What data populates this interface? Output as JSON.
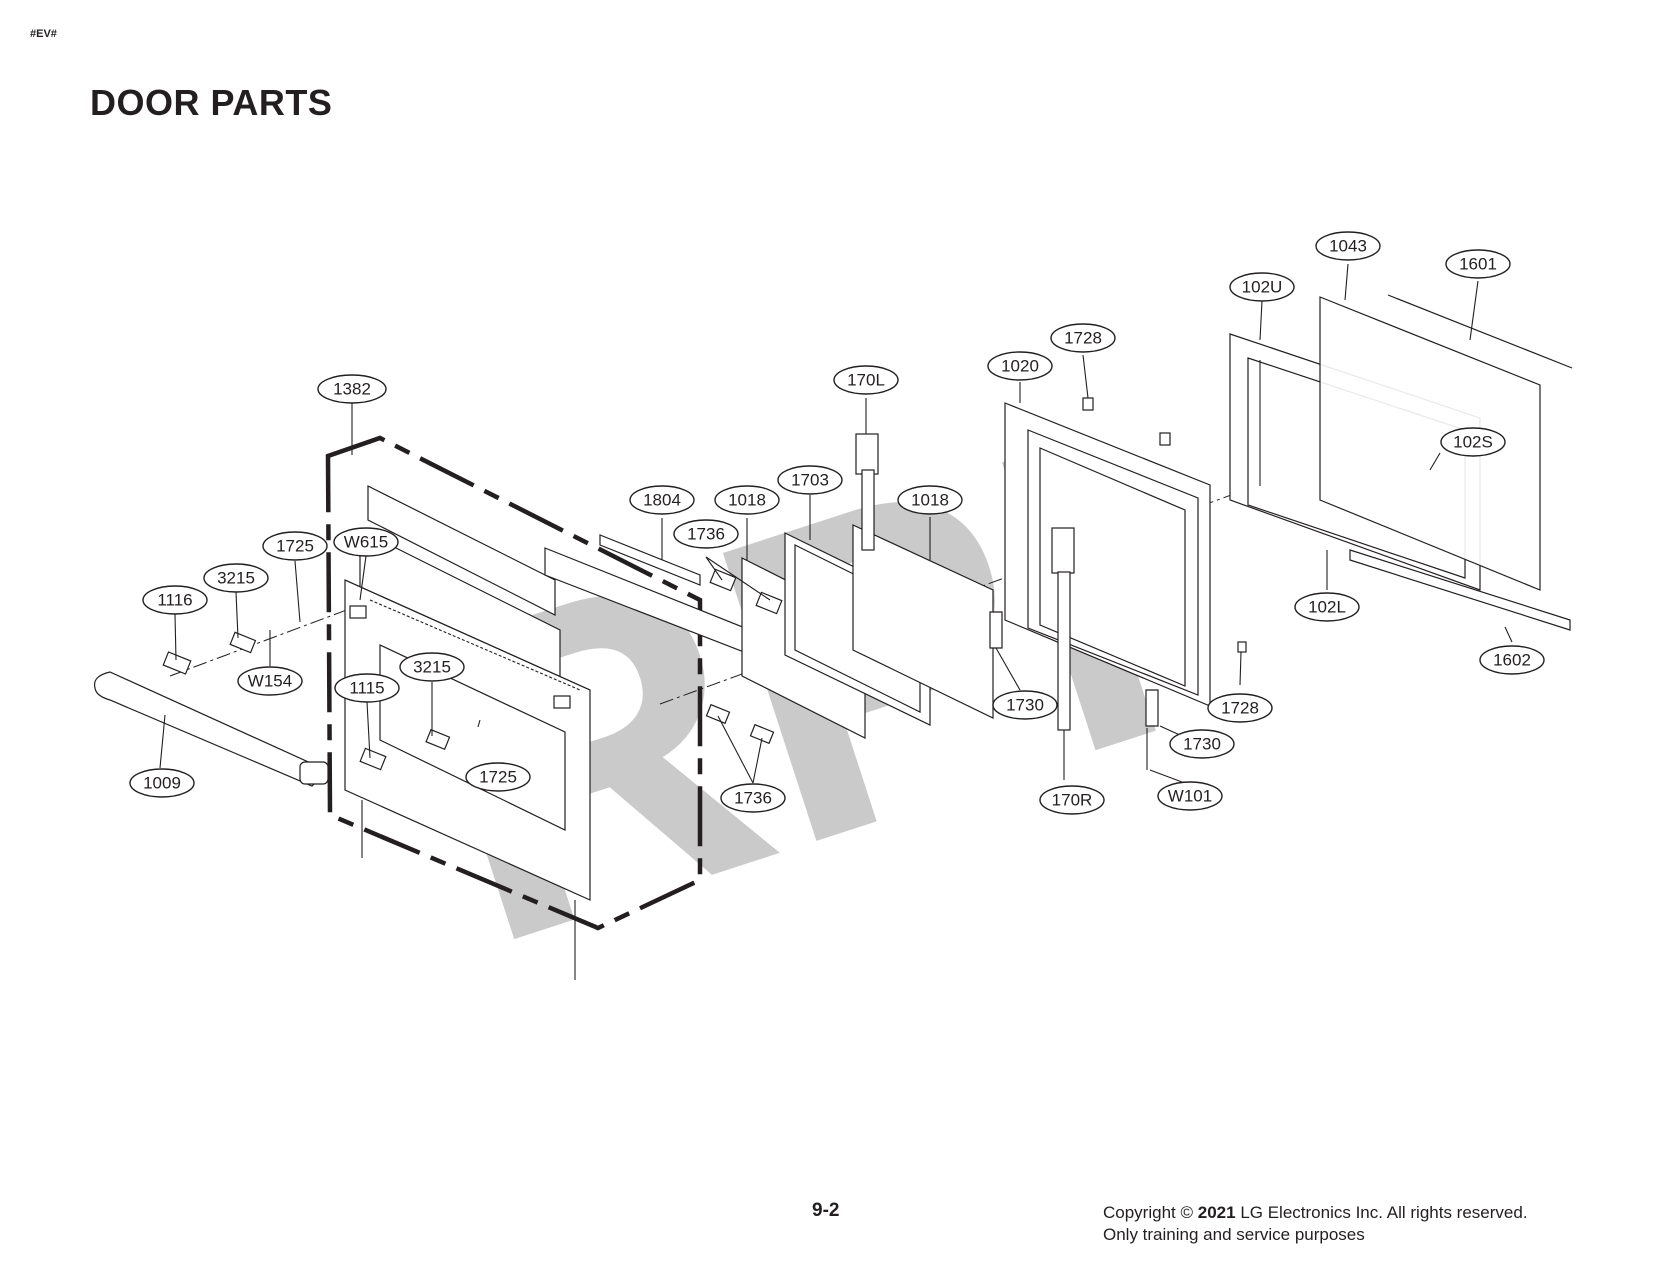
{
  "header": {
    "tag": "#EV#",
    "title": "DOOR PARTS"
  },
  "watermark": "RPI",
  "callouts": [
    "1382",
    "W615",
    "1725",
    "3215",
    "1116",
    "W154",
    "1115",
    "3215",
    "1725",
    "1009",
    "1804",
    "1018",
    "1736",
    "1703",
    "1018",
    "170L",
    "1736",
    "1020",
    "1728",
    "1730",
    "170R",
    "1728",
    "1730",
    "W101",
    "102U",
    "1043",
    "1601",
    "102S",
    "102L",
    "1602"
  ],
  "footer": {
    "page_number": "9-2",
    "copyright_prefix": "Copyright ©",
    "copyright_year": "2021",
    "copyright_suffix": "LG Electronics Inc. All rights reserved.",
    "notice": "Only training and service purposes"
  }
}
